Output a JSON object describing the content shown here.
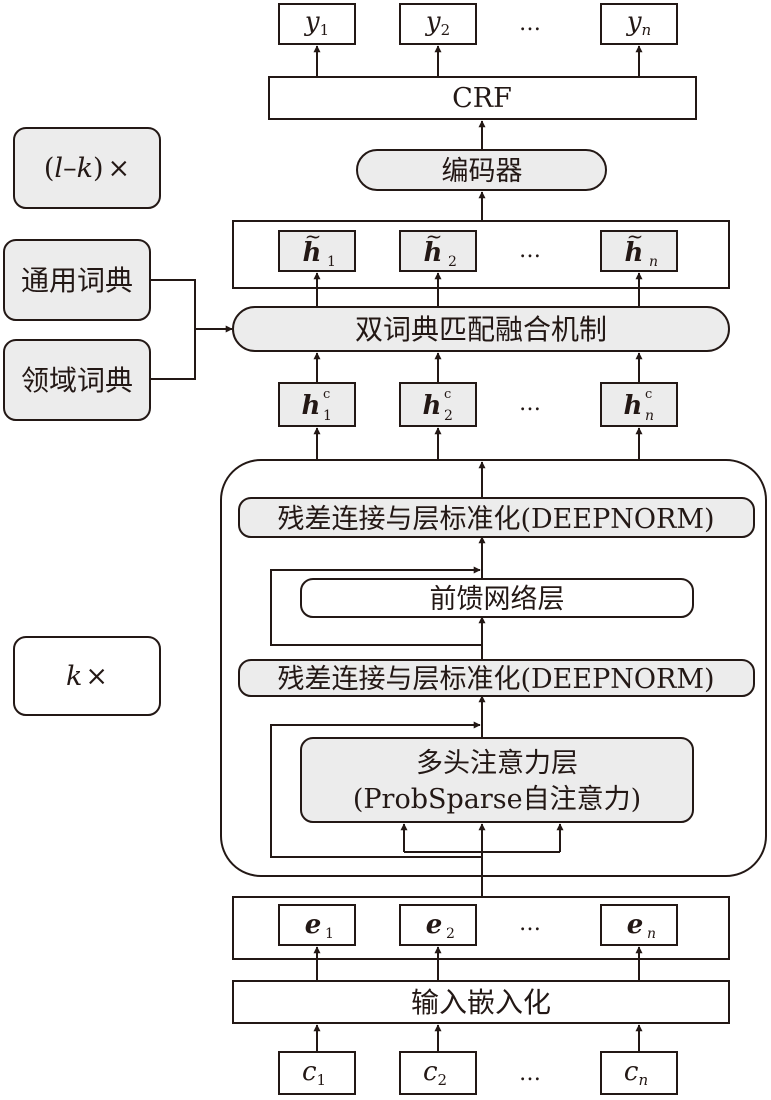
{
  "outputs": {
    "y": "y",
    "subs": [
      "1",
      "2",
      "n"
    ],
    "ellipsis": "…"
  },
  "crf": "CRF",
  "encoder": "编码器",
  "repeat_outer": {
    "open": "(",
    "l": "l",
    "dash": "–",
    "k": "k",
    "close": ")",
    "times": "×"
  },
  "repeat_inner": {
    "k": "k",
    "times": "×"
  },
  "h_tilde": {
    "var": "h",
    "tilde": "~",
    "subs": [
      "1",
      "2",
      "n"
    ],
    "ellipsis": "…"
  },
  "dictionaries": {
    "general": "通用词典",
    "domain": "领域词典"
  },
  "fusion": "双词典匹配融合机制",
  "h_c": {
    "var": "h",
    "sup": "c",
    "subs": [
      "1",
      "2",
      "n"
    ],
    "ellipsis": "…"
  },
  "encoder_block": {
    "norm_top": "残差连接与层标准化(DEEPNORM)",
    "ffn": "前馈网络层",
    "norm_bottom": "残差连接与层标准化(DEEPNORM)",
    "attention_line1": "多头注意力层",
    "attention_line2": "(ProbSparse自注意力)"
  },
  "embeddings": {
    "var": "e",
    "subs": [
      "1",
      "2",
      "n"
    ],
    "ellipsis": "…"
  },
  "input_embedding": "输入嵌入化",
  "chars": {
    "var": "c",
    "subs": [
      "1",
      "2",
      "n"
    ],
    "ellipsis": "…"
  }
}
